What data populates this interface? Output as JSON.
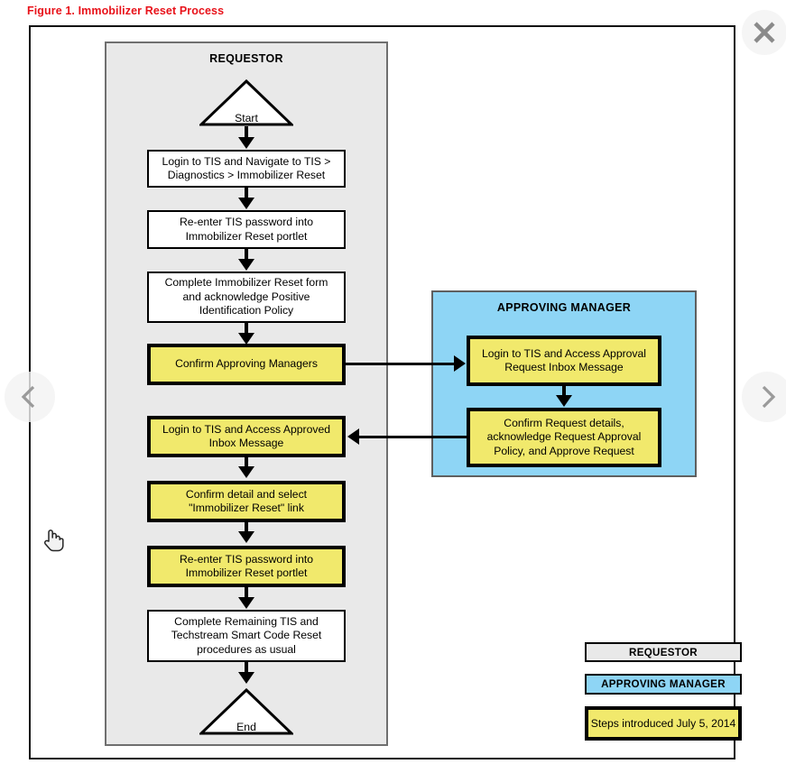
{
  "figure": {
    "caption": "Figure 1.  Immobilizer Reset Process",
    "caption_color": "#e8121a"
  },
  "colors": {
    "requestor_lane": "#e9e9e9",
    "manager_lane": "#8ed5f5",
    "new_step": "#f1e96c",
    "border": "#000000",
    "page": "#ffffff"
  },
  "lanes": {
    "requestor": {
      "title": "REQUESTOR"
    },
    "manager": {
      "title": "APPROVING MANAGER"
    }
  },
  "terminators": {
    "start": "Start",
    "end": "End"
  },
  "requestor_steps": [
    {
      "id": "login-navigate",
      "text": "Login to TIS and Navigate to TIS > Diagnostics > Immobilizer Reset",
      "style": "white"
    },
    {
      "id": "reenter-password-1",
      "text": "Re-enter TIS password into Immobilizer Reset portlet",
      "style": "white"
    },
    {
      "id": "complete-form",
      "text": "Complete Immobilizer Reset form and acknowledge Positive Identification Policy",
      "style": "white"
    },
    {
      "id": "confirm-approving-managers",
      "text": "Confirm Approving Managers",
      "style": "yellow"
    },
    {
      "id": "access-approved-inbox",
      "text": "Login to TIS and Access Approved Inbox Message",
      "style": "yellow"
    },
    {
      "id": "confirm-detail-select-link",
      "text": "Confirm detail and select \"Immobilizer Reset\" link",
      "style": "yellow"
    },
    {
      "id": "reenter-password-2",
      "text": "Re-enter TIS password into Immobilizer Reset portlet",
      "style": "yellow"
    },
    {
      "id": "complete-remaining",
      "text": "Complete Remaining TIS and Techstream Smart Code Reset procedures as usual",
      "style": "white"
    }
  ],
  "manager_steps": [
    {
      "id": "manager-login-inbox",
      "text": "Login to TIS and Access Approval Request Inbox Message",
      "style": "yellow"
    },
    {
      "id": "manager-approve",
      "text": "Confirm Request details, acknowledge Request Approval Policy, and Approve Request",
      "style": "yellow"
    }
  ],
  "legend": [
    {
      "id": "legend-requestor",
      "label": "REQUESTOR",
      "style": "requestor"
    },
    {
      "id": "legend-manager",
      "label": "APPROVING MANAGER",
      "style": "manager"
    },
    {
      "id": "legend-new-steps",
      "label": "Steps introduced July 5, 2014",
      "style": "new"
    }
  ],
  "viewer_controls": {
    "close": "close-icon",
    "previous": "chevron-left-icon",
    "next": "chevron-right-icon"
  }
}
